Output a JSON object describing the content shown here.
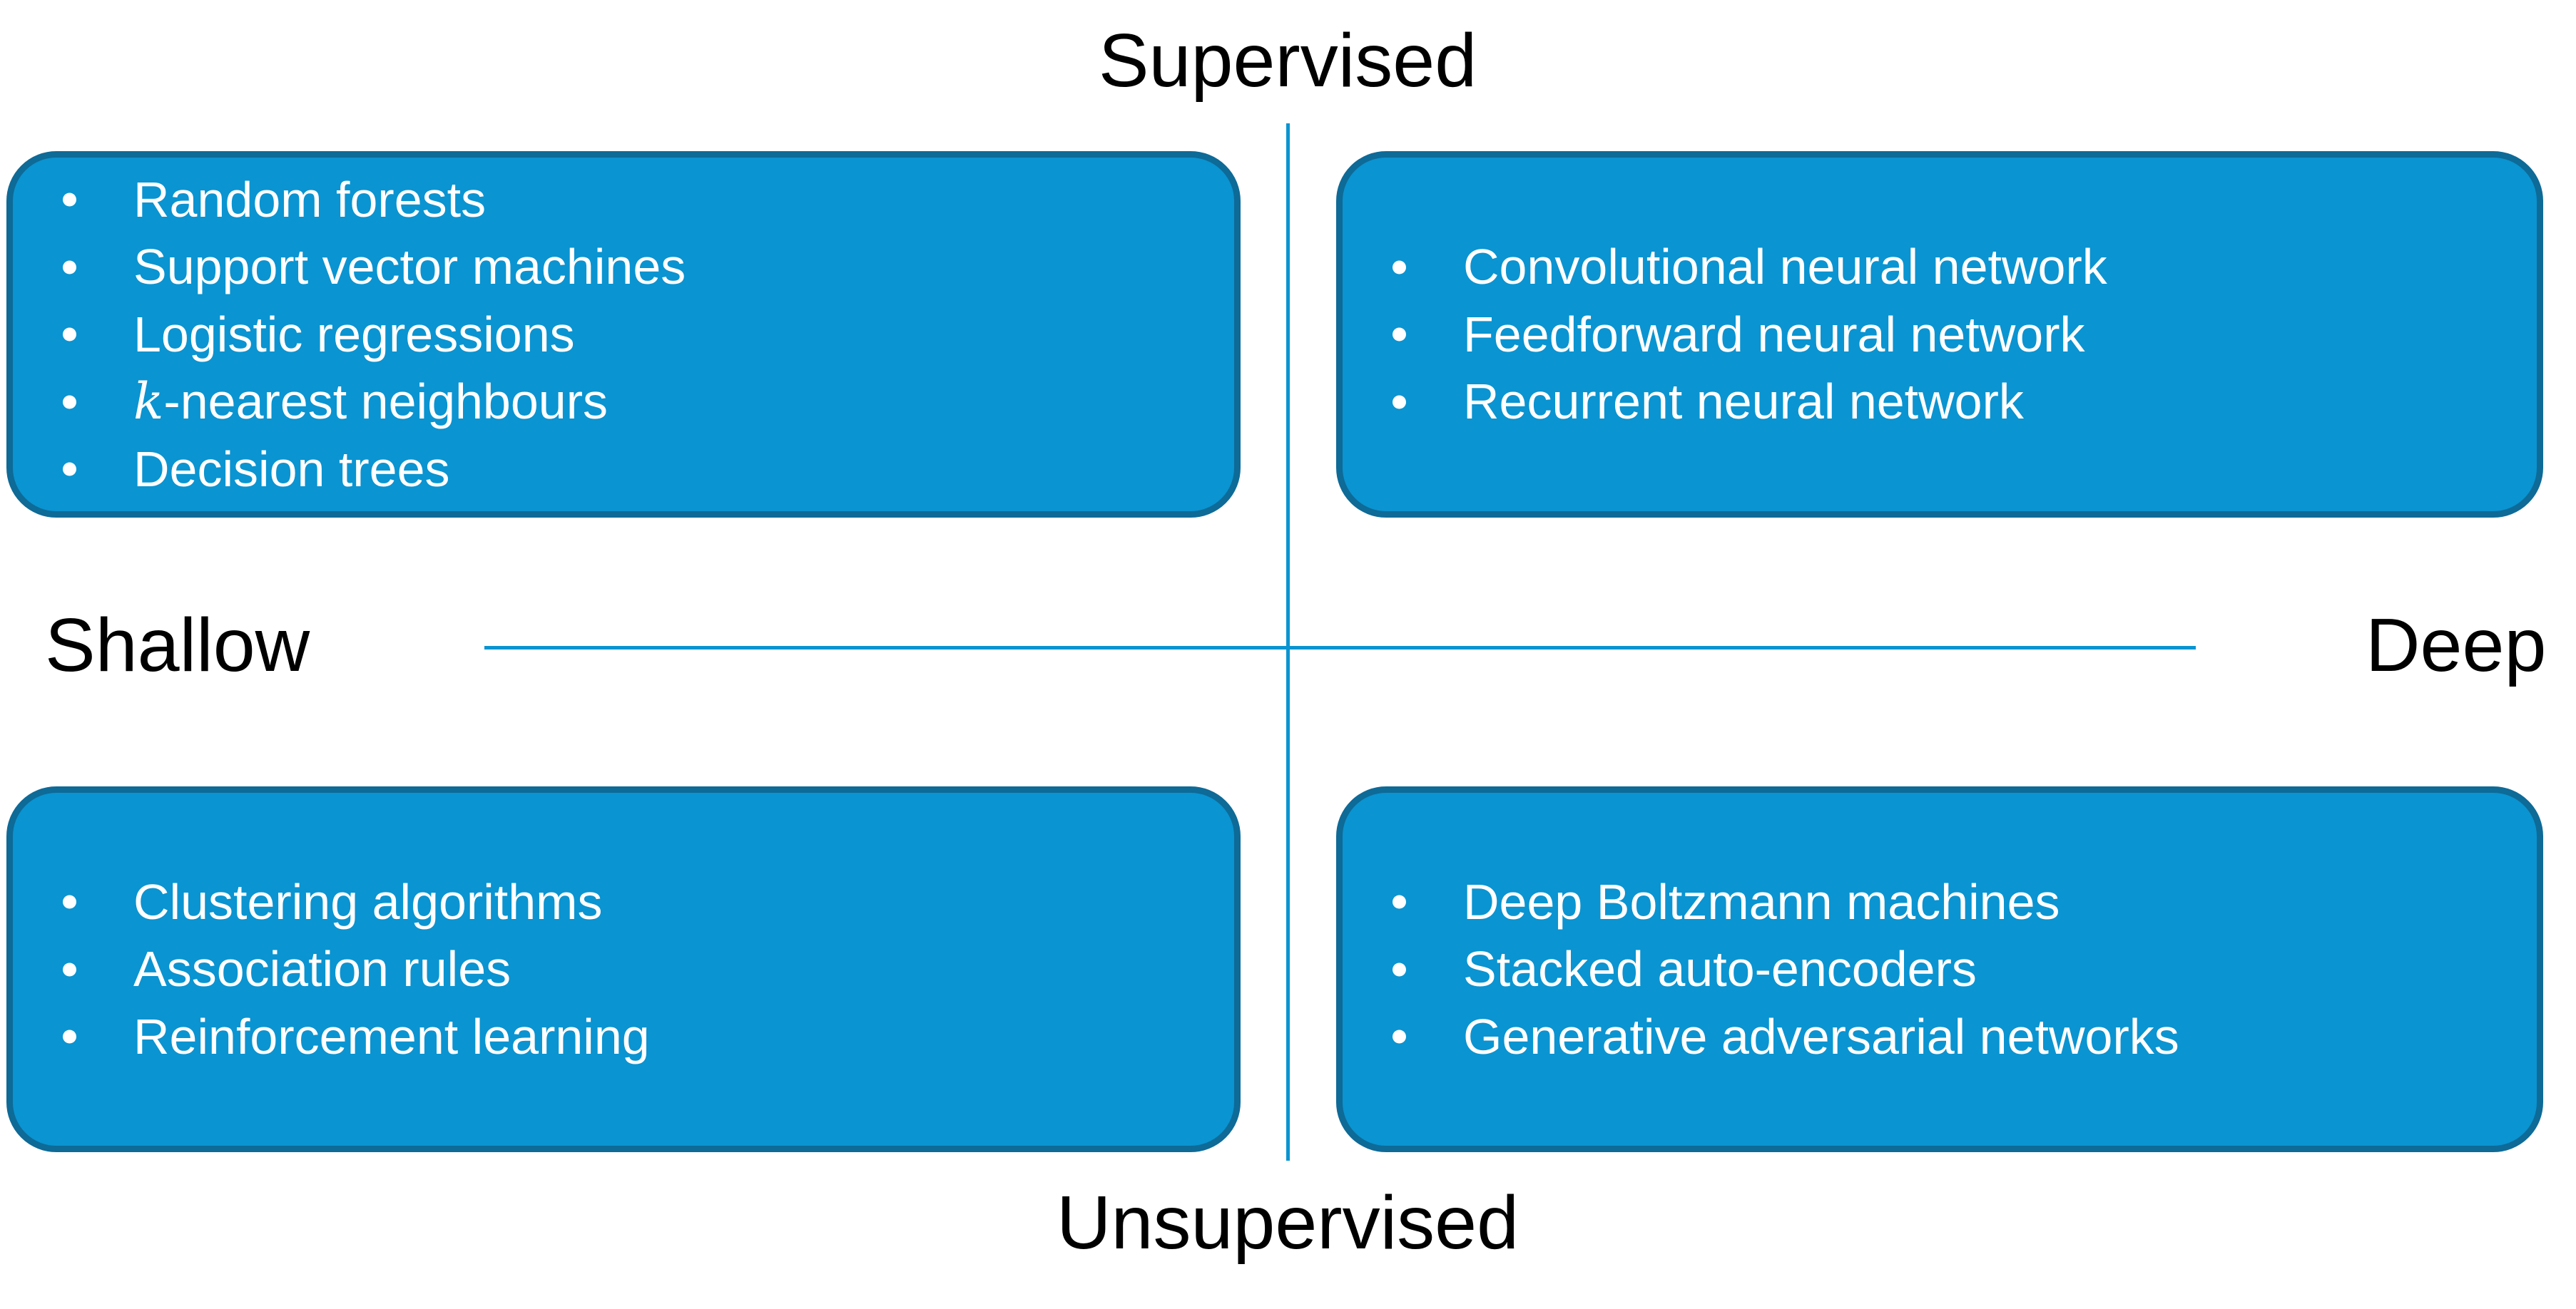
{
  "axes": {
    "top_label": "Supervised",
    "bottom_label": "Unsupervised",
    "left_label": "Shallow",
    "right_label": "Deep"
  },
  "colors": {
    "box_fill": "#0a94d1",
    "box_border": "#0e6a97",
    "box_text": "#ffffff",
    "axis_line": "#0a94d1",
    "label_text": "#000000"
  },
  "quadrants": [
    {
      "id": "shallow-supervised",
      "position": "top-left",
      "items": [
        "Random forests",
        "Support vector machines",
        "Logistic regressions",
        {
          "italic_prefix": "k",
          "text": "-nearest neighbours"
        },
        "Decision trees"
      ]
    },
    {
      "id": "deep-supervised",
      "position": "top-right",
      "items": [
        "Convolutional neural network",
        "Feedforward neural network",
        "Recurrent neural network"
      ]
    },
    {
      "id": "shallow-unsupervised",
      "position": "bottom-left",
      "items": [
        "Clustering algorithms",
        "Association rules",
        "Reinforcement learning"
      ]
    },
    {
      "id": "deep-unsupervised",
      "position": "bottom-right",
      "items": [
        "Deep Boltzmann machines",
        "Stacked auto-encoders",
        "Generative adversarial networks"
      ]
    }
  ]
}
